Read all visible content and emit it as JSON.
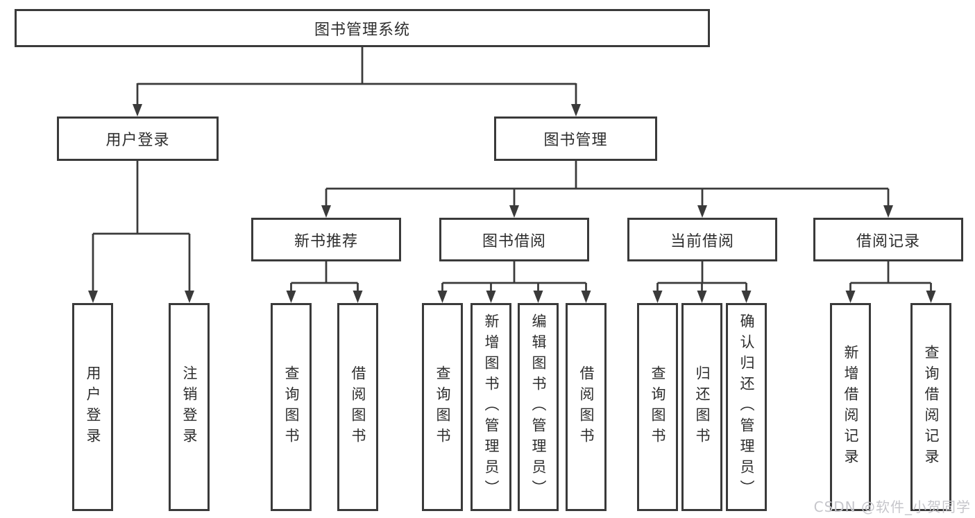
{
  "canvas": {
    "background": "#ffffff",
    "line_color": "#3a3a3a",
    "box_border_color": "#3a3a3a",
    "text_color": "#2d2d2d"
  },
  "watermark": {
    "text": "CSDN @软件_小贺同学",
    "color": "#c6c6cb"
  },
  "tree": {
    "root": {
      "label": "图书管理系统",
      "children": [
        {
          "label": "用户登录",
          "children": [
            {
              "label": "用户登录"
            },
            {
              "label": "注销登录"
            }
          ]
        },
        {
          "label": "图书管理",
          "children": [
            {
              "label": "新书推荐",
              "children": [
                {
                  "label": "查询图书"
                },
                {
                  "label": "借阅图书"
                }
              ]
            },
            {
              "label": "图书借阅",
              "children": [
                {
                  "label": "查询图书"
                },
                {
                  "label": "新增图书（管理员）"
                },
                {
                  "label": "编辑图书（管理员）"
                },
                {
                  "label": "借阅图书"
                }
              ]
            },
            {
              "label": "当前借阅",
              "children": [
                {
                  "label": "查询图书"
                },
                {
                  "label": "归还图书"
                },
                {
                  "label": "确认归还（管理员）"
                }
              ]
            },
            {
              "label": "借阅记录",
              "children": [
                {
                  "label": "新增借阅记录"
                },
                {
                  "label": "查询借阅记录"
                }
              ]
            }
          ]
        }
      ]
    }
  }
}
